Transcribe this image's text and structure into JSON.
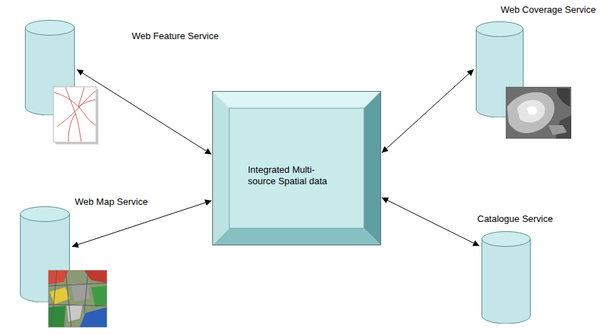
{
  "diagram": {
    "nodes": [
      {
        "text": [
          "Web Feature Service"
        ]
      },
      {
        "text": [
          "Web Coverage Service"
        ]
      },
      {
        "text": [
          "Integrated Multi-source Spatial data"
        ]
      },
      {
        "text": [
          "Web Map Service"
        ]
      },
      {
        "text": [
          "Catalogue Service"
        ]
      }
    ],
    "edges": [
      {
        "from": 2,
        "to": 0,
        "arrow": "both"
      },
      {
        "from": 2,
        "to": 1,
        "arrow": "both"
      },
      {
        "from": 2,
        "to": 3,
        "arrow": "both"
      },
      {
        "from": 2,
        "to": 4,
        "arrow": "both"
      }
    ]
  }
}
